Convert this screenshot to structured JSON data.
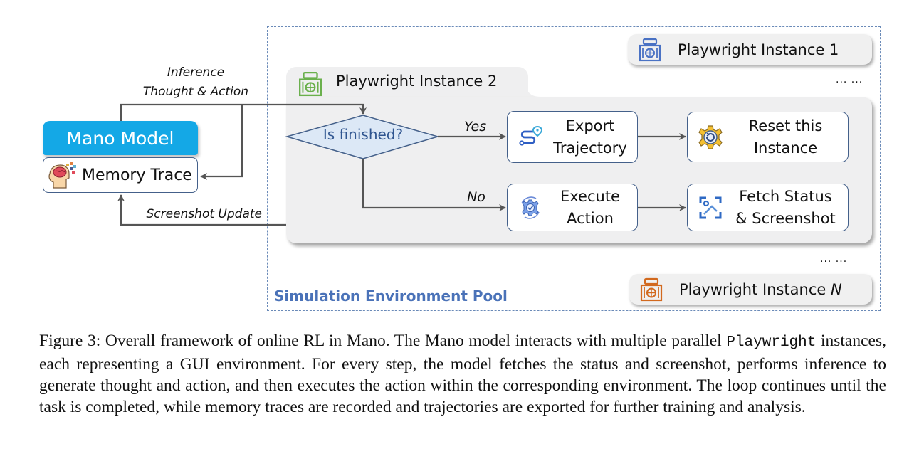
{
  "figure": {
    "mano_model": {
      "label": "Mano Model",
      "color": "#14a8e6"
    },
    "memory_trace": {
      "label": "Memory Trace",
      "icon": "brain-head-icon"
    },
    "edge_labels": {
      "inference_line1": "Inference",
      "inference_line2": "Thought & Action",
      "screenshot_update": "Screenshot Update",
      "yes": "Yes",
      "no": "No"
    },
    "pool": {
      "title": "Simulation Environment Pool",
      "title_color": "#4a72b8",
      "instances": [
        {
          "label": "Playwright Instance 1",
          "icon": "server-globe-icon",
          "icon_color": "#4a72c4"
        },
        {
          "label": "Playwright Instance 2",
          "icon": "server-globe-icon",
          "icon_color": "#6ab04c"
        },
        {
          "label_prefix": "Playwright Instance ",
          "label_var": "N",
          "icon": "server-globe-icon",
          "icon_color": "#d2691e"
        }
      ],
      "ellipsis": "... ..."
    },
    "flow": {
      "decision": "Is finished?",
      "nodes": [
        {
          "id": "export",
          "line1": "Export",
          "line2": "Trajectory",
          "icon": "route-pin-icon"
        },
        {
          "id": "reset",
          "line1": "Reset this",
          "line2": "Instance",
          "icon": "gear-reset-icon"
        },
        {
          "id": "execute",
          "line1": "Execute",
          "line2": "Action",
          "icon": "gear-check-icon"
        },
        {
          "id": "fetch",
          "line1": "Fetch Status",
          "line2": "& Screenshot",
          "icon": "scan-screenshot-icon"
        }
      ]
    }
  },
  "caption": {
    "part1": "Figure 3: Overall framework of online RL in Mano. The Mano model interacts with multiple parallel ",
    "code": "Playwright",
    "part2": " instances, each representing a GUI environment. For every step, the model fetches the status and screenshot, performs inference to generate thought and action, and then executes the action within the corresponding environment. The loop continues until the task is completed, while memory traces are recorded and trajectories are exported for further training and analysis."
  }
}
